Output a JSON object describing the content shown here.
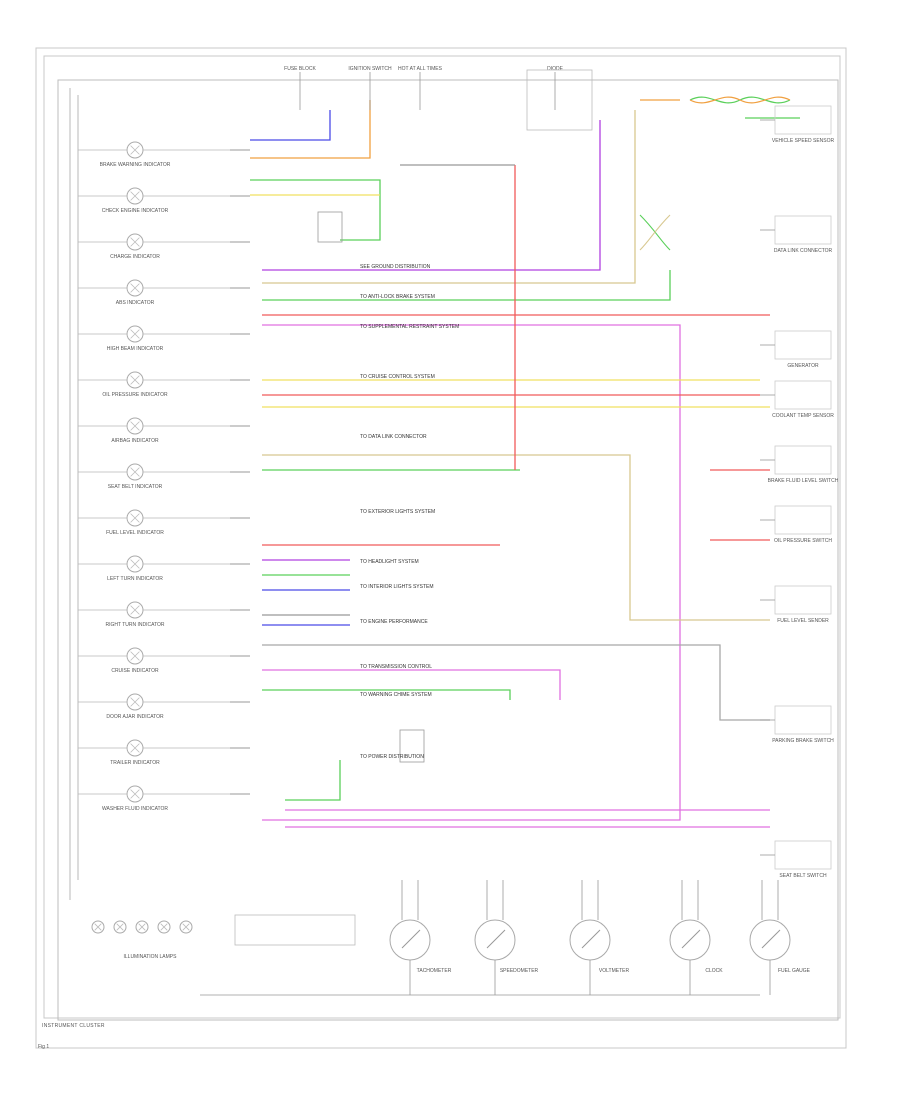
{
  "diagram": {
    "caption": "INSTRUMENT CLUSTER",
    "page_ref": "Fig 1",
    "colors": {
      "frame": "#b8b8b8",
      "wire_black": "#999999",
      "wire_orange": "#f0a040",
      "wire_blue": "#4a4ae8",
      "wire_green": "#5ad05a",
      "wire_red": "#f05a5a",
      "wire_yellow": "#f0e060",
      "wire_purple": "#b040e0",
      "wire_magenta": "#e070e0",
      "wire_tan": "#d8c890",
      "wire_gray": "#a8a8a8"
    },
    "left_indicators": [
      "BRAKE WARNING INDICATOR",
      "CHECK ENGINE INDICATOR",
      "CHARGE INDICATOR",
      "ABS INDICATOR",
      "HIGH BEAM INDICATOR",
      "OIL PRESSURE INDICATOR",
      "AIRBAG INDICATOR",
      "SEAT BELT INDICATOR",
      "FUEL LEVEL INDICATOR",
      "LEFT TURN INDICATOR",
      "RIGHT TURN INDICATOR",
      "CRUISE INDICATOR",
      "DOOR AJAR INDICATOR",
      "TRAILER INDICATOR",
      "WASHER FLUID INDICATOR"
    ],
    "bottom_gauges": [
      "TACHOMETER",
      "SPEEDOMETER",
      "VOLTMETER",
      "CLOCK",
      "FUEL GAUGE"
    ],
    "illum_label": "ILLUMINATION LAMPS",
    "right_components": [
      "VEHICLE SPEED SENSOR",
      "DATA LINK CONNECTOR",
      "GENERATOR",
      "COOLANT TEMP SENSOR",
      "BRAKE FLUID LEVEL SWITCH",
      "OIL PRESSURE SWITCH",
      "FUEL LEVEL SENDER",
      "PARKING BRAKE SWITCH",
      "SEAT BELT SWITCH"
    ],
    "top_components": [
      "FUSE BLOCK",
      "IGNITION SWITCH",
      "HOT AT ALL TIMES",
      "DIODE"
    ],
    "wire_notes": [
      "SEE GROUND DISTRIBUTION",
      "TO ANTI-LOCK BRAKE SYSTEM",
      "TO SUPPLEMENTAL RESTRAINT SYSTEM",
      "TO CRUISE CONTROL SYSTEM",
      "TO DATA LINK CONNECTOR",
      "TO EXTERIOR LIGHTS SYSTEM",
      "TO HEADLIGHT SYSTEM",
      "TO INTERIOR LIGHTS SYSTEM",
      "TO ENGINE PERFORMANCE",
      "TO TRANSMISSION CONTROL",
      "TO WARNING CHIME SYSTEM",
      "TO POWER DISTRIBUTION"
    ]
  }
}
